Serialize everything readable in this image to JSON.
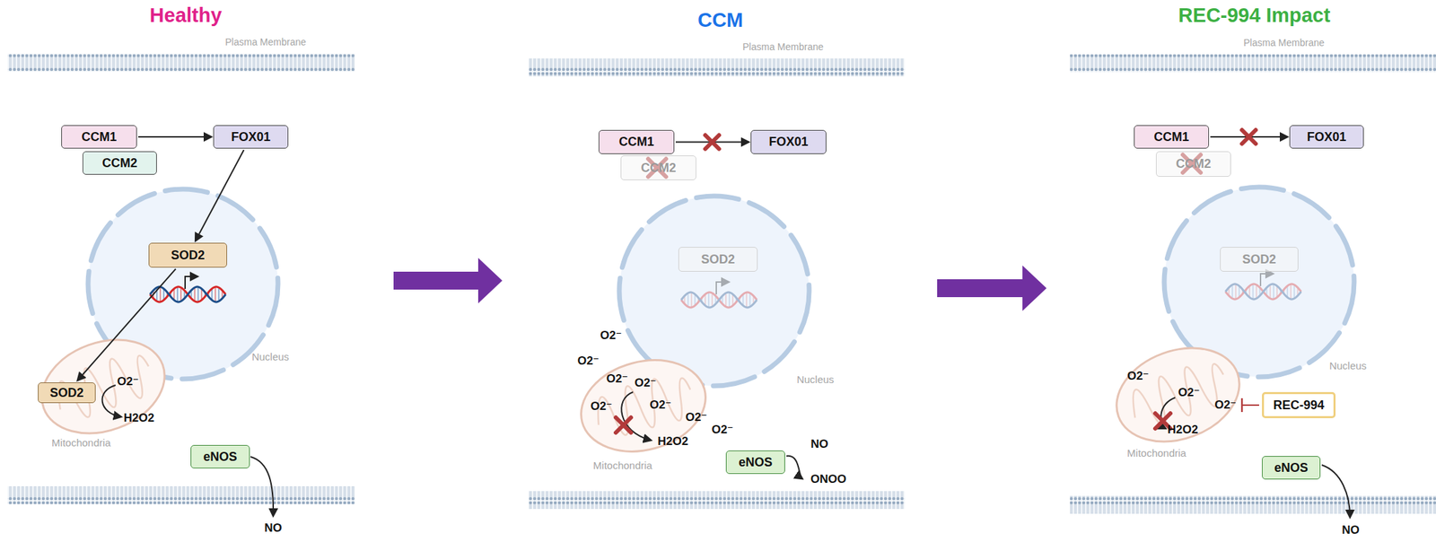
{
  "diagram": {
    "nodes": [
      {
        "text": [
          "CCM1"
        ]
      },
      {
        "text": [
          "CCM2"
        ]
      },
      {
        "text": [
          "FOX01"
        ]
      },
      {
        "text": [
          "SOD2"
        ]
      },
      {
        "text": [
          "SOD2"
        ]
      },
      {
        "text": [
          "eNOS"
        ]
      },
      {
        "text": [
          "CCM1"
        ]
      },
      {
        "text": [
          "CCM2"
        ]
      },
      {
        "text": [
          "FOX01"
        ]
      },
      {
        "text": [
          "SOD2"
        ]
      },
      {
        "text": [
          "eNOS"
        ]
      },
      {
        "text": [
          "CCM1"
        ]
      },
      {
        "text": [
          "CCM2"
        ]
      },
      {
        "text": [
          "FOX01"
        ]
      },
      {
        "text": [
          "SOD2"
        ]
      },
      {
        "text": [
          "REC-994"
        ]
      },
      {
        "text": [
          "eNOS"
        ]
      }
    ],
    "edges": [
      {
        "from": 0,
        "to": 2,
        "arrow": "to"
      },
      {
        "from": 2,
        "to": 3,
        "arrow": "to"
      },
      {
        "from": 3,
        "to": 4,
        "arrow": "to"
      },
      {
        "from": 6,
        "to": 8,
        "arrow": "to"
      },
      {
        "from": 11,
        "to": 13,
        "arrow": "to"
      }
    ],
    "labels": [
      "Healthy",
      "CCM",
      "REC-994 Impact",
      "Plasma Membrane",
      "Plasma Membrane",
      "Plasma Membrane",
      "Nucleus",
      "Mitochondria",
      "O2⁻",
      "H2O2",
      "NO",
      "Nucleus",
      "Mitochondria",
      "O2⁻",
      "O2⁻",
      "O2⁻",
      "O2⁻",
      "O2⁻",
      "O2⁻",
      "O2⁻",
      "O2⁻",
      "H2O2",
      "NO",
      "ONOO",
      "Nucleus",
      "Mitochondria",
      "O2⁻",
      "O2⁻",
      "O2⁻",
      "H2O2",
      "NO"
    ]
  }
}
